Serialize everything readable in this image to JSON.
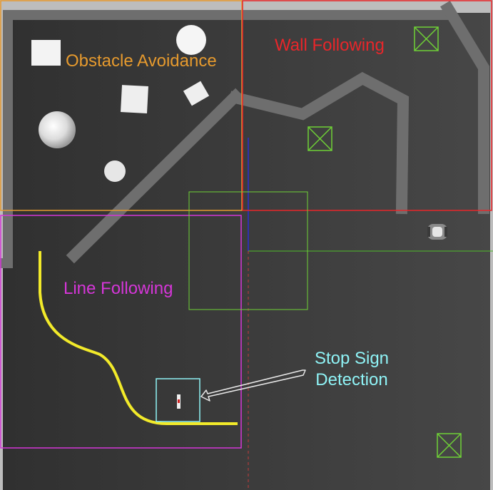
{
  "zones": {
    "obstacle_avoidance": {
      "label": "Obstacle Avoidance",
      "color": "#e69a2e"
    },
    "wall_following": {
      "label": "Wall Following",
      "color": "#e8262a"
    },
    "line_following": {
      "label": "Line Following",
      "color": "#d536d8"
    },
    "stop_sign_detection": {
      "label": "Stop Sign\nDetection",
      "color": "#8ff3f6"
    }
  },
  "colors": {
    "floor": "#363636",
    "wall": "#6e6e6e",
    "outer_frame": "#bdbdbd",
    "line_track": "#f2ea2a",
    "target_marker": "#6fd136",
    "axis_y": "#2d2dd2",
    "axis_x": "#4fbd2a",
    "axis_dashed": "#c43a3a"
  },
  "icons": {
    "target_marker": "crossed-box-icon",
    "robot": "robot-icon",
    "stop_sign": "stop-sign-icon",
    "arrow": "arrow-icon"
  }
}
